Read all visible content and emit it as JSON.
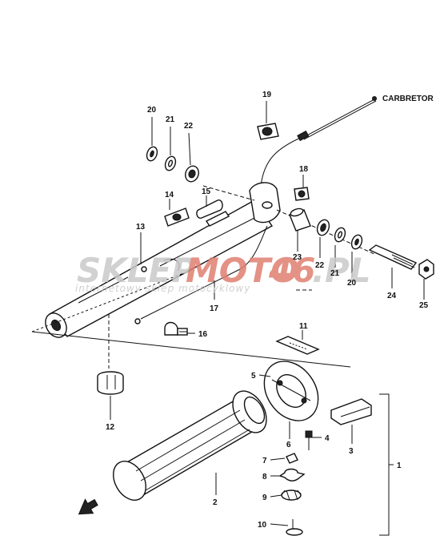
{
  "labels": {
    "carbretor": "CARBRETOR",
    "p1": "1",
    "p2": "2",
    "p3": "3",
    "p4": "4",
    "p5": "5",
    "p6": "6",
    "p7": "7",
    "p8": "8",
    "p9": "9",
    "p10": "10",
    "p11": "11",
    "p12": "12",
    "p13": "13",
    "p14": "14",
    "p15": "15",
    "p16": "16",
    "p17": "17",
    "p18": "18",
    "p19": "19",
    "p20a": "20",
    "p21a": "21",
    "p22a": "22",
    "p20b": "20",
    "p21b": "21",
    "p22b": "22",
    "p23": "23",
    "p24": "24",
    "p25": "25"
  },
  "watermark": {
    "brand_left": "SKLEP",
    "brand_right": "MOTO",
    "brand_num": "46",
    "brand_tld": ".PL",
    "tagline": "internetowy sklep motocyklowy"
  },
  "colors": {
    "brand_grey": "#c9c9c9",
    "brand_red": "#e08070",
    "line": "#111111"
  }
}
